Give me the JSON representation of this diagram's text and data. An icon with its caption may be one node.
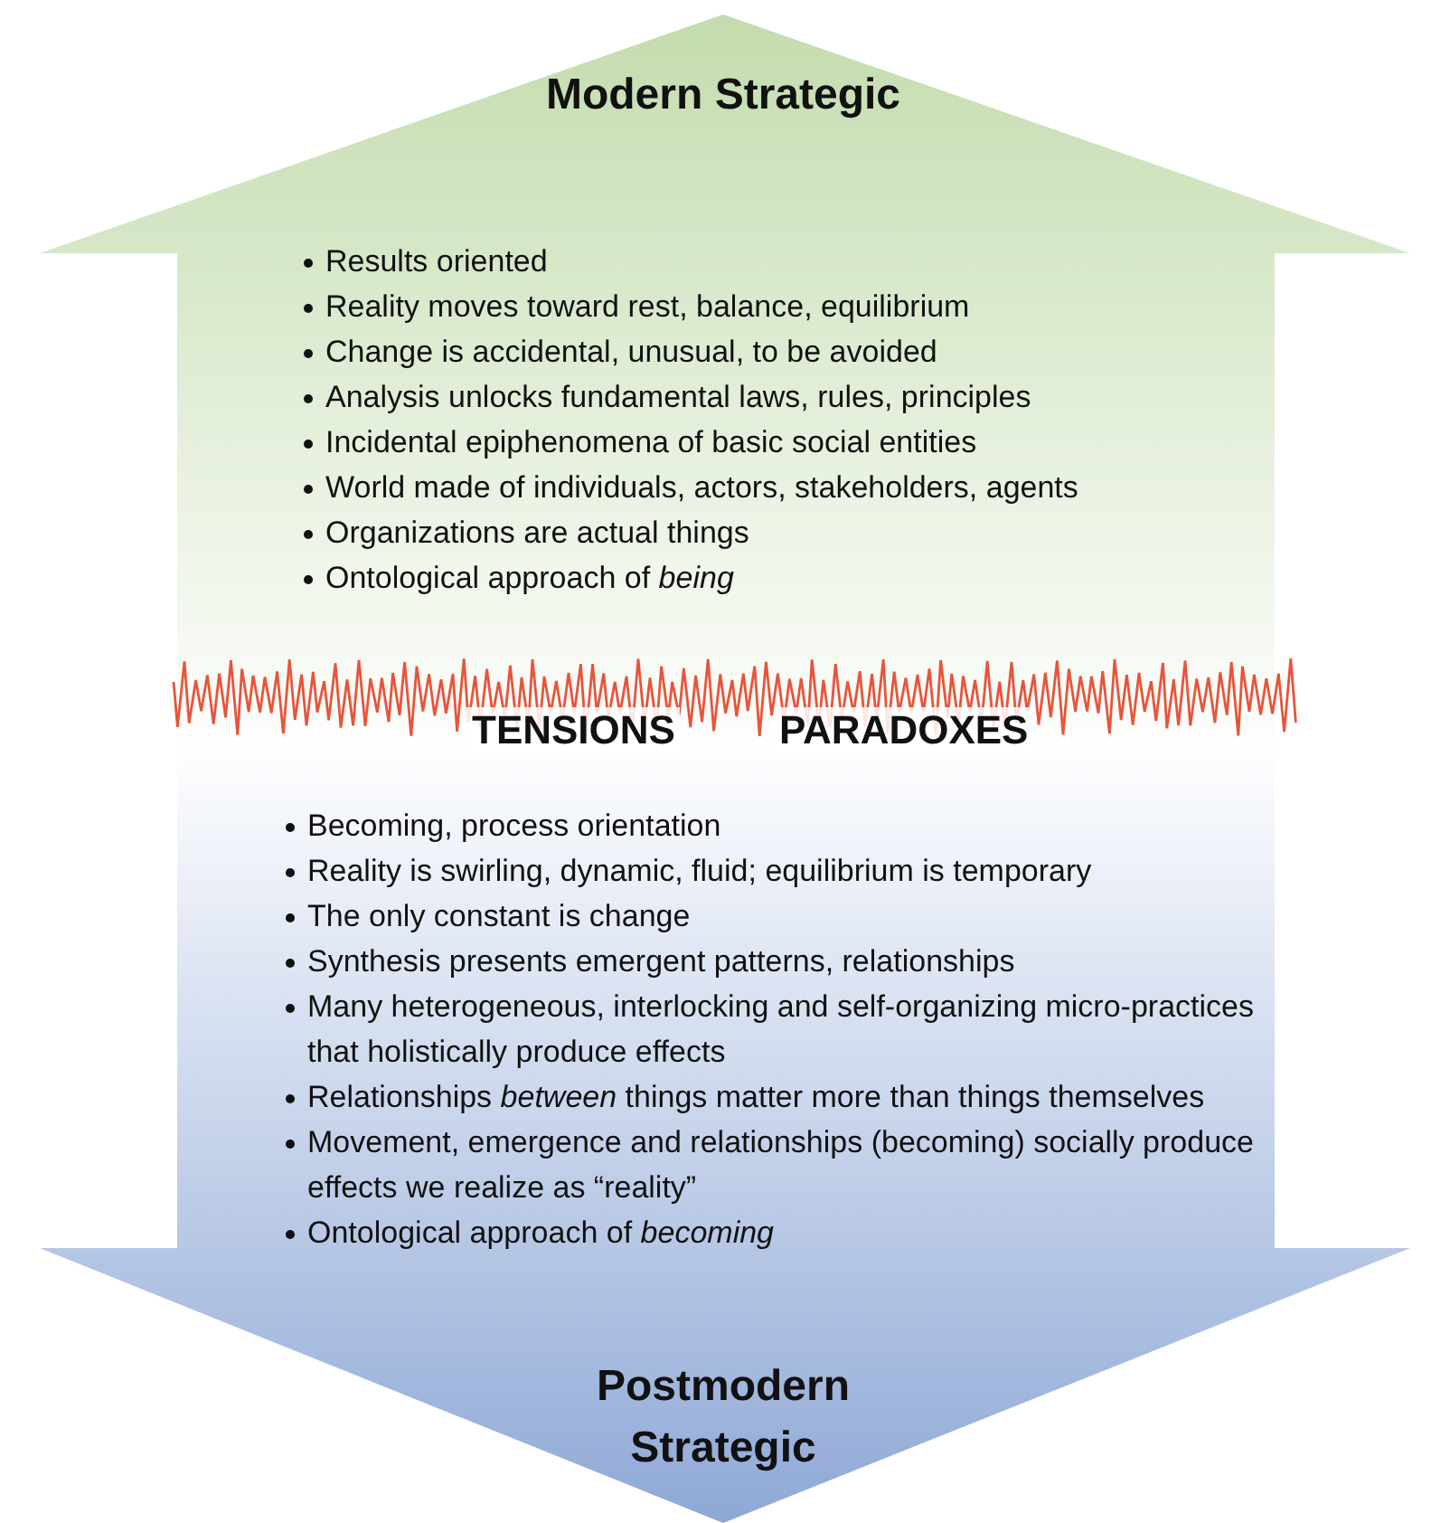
{
  "diagram": {
    "nodes": [
      {
        "text": [
          "Modern Strategic",
          "Results oriented",
          "Reality moves toward rest, balance, equilibrium",
          "Change is accidental, unusual, to be avoided",
          "Analysis unlocks fundamental laws, rules, principles",
          "Incidental epiphenomena of basic social entities",
          "World made of individuals, actors, stakeholders, agents",
          "Organizations are actual things",
          "Ontological approach of *being*"
        ]
      },
      {
        "text": [
          "Becoming, process orientation",
          "Reality is swirling, dynamic, fluid; equilibrium is temporary",
          "The only constant is change",
          "Synthesis presents emergent patterns, relationships",
          "Many heterogeneous, interlocking and self-organizing micro-practices that holistically produce effects",
          "Relationships *between* things matter more than things themselves",
          "Movement, emergence and relationships (becoming) socially produce effects we realize as “reality”",
          "Ontological approach of *becoming*",
          "Postmodern Strategic"
        ]
      }
    ],
    "labels": [
      "TENSIONS",
      "PARADOXES"
    ]
  }
}
